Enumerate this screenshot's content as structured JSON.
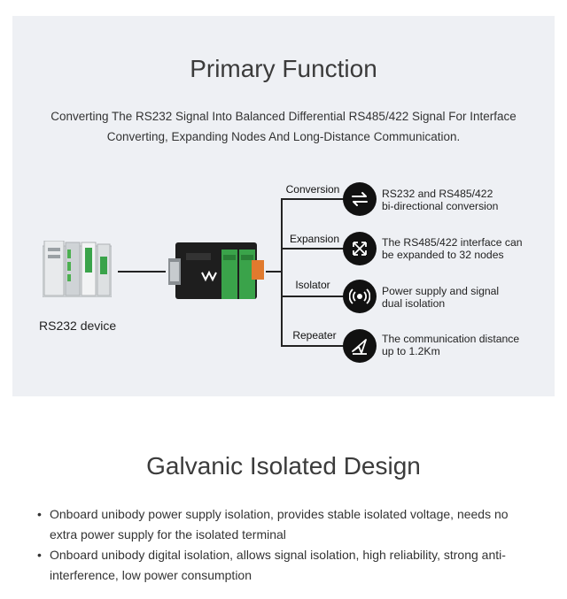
{
  "section1": {
    "title": "Primary Function",
    "subtitle_line1": "Converting The RS232 Signal Into Balanced Differential RS485/422 Signal For Interface",
    "subtitle_line2": "Converting, Expanding Nodes And Long-Distance Communication.",
    "device_label": "RS232 device",
    "features": [
      {
        "label": "Conversion",
        "icon": "swap-arrows-icon",
        "desc": "RS232 and RS485/422\nbi-directional conversion"
      },
      {
        "label": "Expansion",
        "icon": "expand-arrows-icon",
        "desc": "The RS485/422 interface can\nbe expanded to 32 nodes"
      },
      {
        "label": "Isolator",
        "icon": "signal-isolation-icon",
        "desc": "Power supply and signal\ndual isolation"
      },
      {
        "label": "Repeater",
        "icon": "send-arrow-icon",
        "desc": "The communication distance\nup to 1.2Km"
      }
    ]
  },
  "section2": {
    "title": "Galvanic Isolated Design",
    "bullets": [
      "Onboard unibody power supply isolation, provides stable isolated voltage, needs no extra power supply for the isolated terminal",
      "Onboard unibody digital isolation, allows signal isolation, high reliability, strong anti-interference, low power consumption"
    ]
  },
  "colors": {
    "panel": "#eef0f4",
    "icon_bg": "#111111",
    "accent_green": "#3aa34a"
  }
}
